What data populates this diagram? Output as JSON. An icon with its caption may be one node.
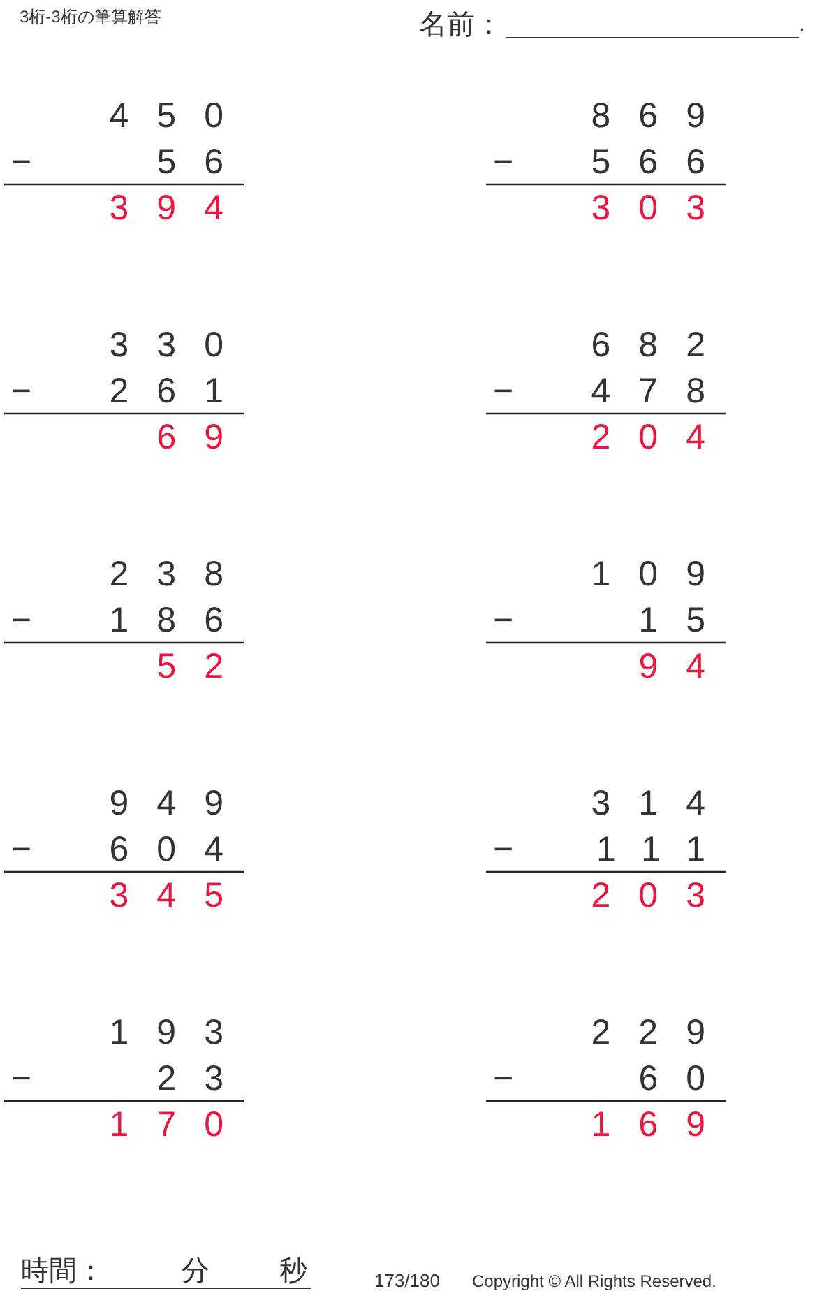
{
  "diagram": {
    "title": "3桁-3桁の筆算解答",
    "labels": [
      "名前：",
      ".",
      "450",
      "−",
      "56",
      "394",
      "869",
      "−",
      "566",
      "303",
      "330",
      "−",
      "261",
      "69",
      "682",
      "−",
      "478",
      "204",
      "238",
      "−",
      "186",
      "52",
      "109",
      "−",
      "15",
      "94",
      "949",
      "−",
      "604",
      "345",
      "314",
      "−",
      "111",
      "203",
      "193",
      "−",
      "23",
      "170",
      "229",
      "−",
      "60",
      "169",
      "時間：",
      "分",
      "秒",
      "173/180",
      "Copyright © All Rights Reserved."
    ]
  }
}
